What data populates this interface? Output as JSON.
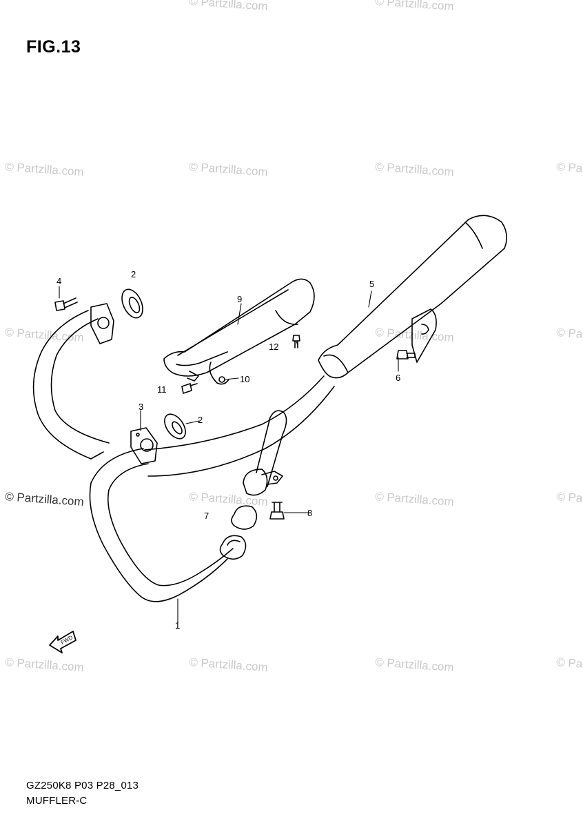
{
  "figure": {
    "title": "FIG.13"
  },
  "watermark": {
    "text": "© Partzilla.com",
    "color": "#c9c9c9"
  },
  "footer": {
    "model_code": "GZ250K8 P03 P28_013",
    "section_name": "MUFFLER-C"
  },
  "callouts": {
    "c1": "1",
    "c2a": "2",
    "c2b": "2",
    "c3": "3",
    "c4": "4",
    "c5": "5",
    "c6": "6",
    "c7": "7",
    "c8": "8",
    "c9": "9",
    "c10": "10",
    "c11": "11",
    "c12": "12"
  },
  "fwd_arrow": {
    "label": "FWD"
  }
}
